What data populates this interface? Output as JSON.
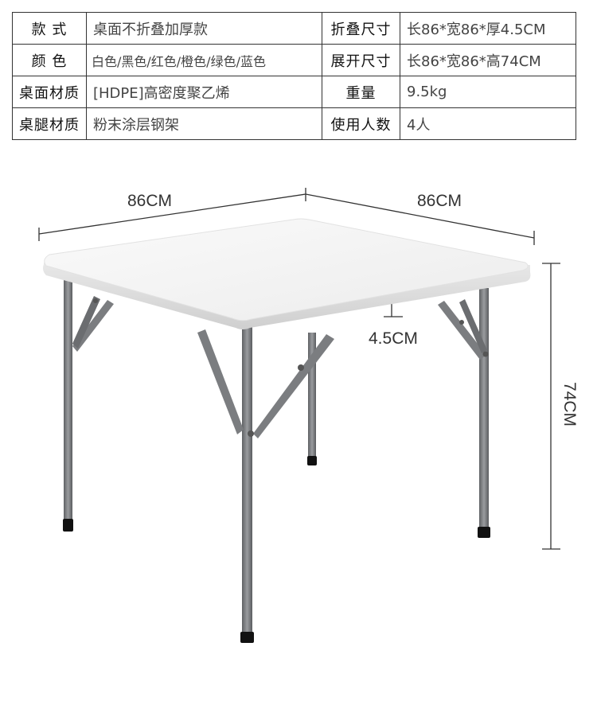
{
  "specs": {
    "rows": [
      {
        "label1": "款 式",
        "value1": "桌面不折叠加厚款",
        "label2": "折叠尺寸",
        "value2": "长86*宽86*厚4.5CM"
      },
      {
        "label1": "颜 色",
        "value1": "白色/黑色/红色/橙色/绿色/蓝色",
        "label2": "展开尺寸",
        "value2": "长86*宽86*高74CM"
      },
      {
        "label1": "桌面材质",
        "value1": "[HDPE]高密度聚乙烯",
        "label2": "重量",
        "value2": "9.5kg"
      },
      {
        "label1": "桌腿材质",
        "value1": "粉末涂层钢架",
        "label2": "使用人数",
        "value2": "4人"
      }
    ]
  },
  "dimensions": {
    "width": "86CM",
    "depth": "86CM",
    "thickness": "4.5CM",
    "height": "74CM"
  },
  "colors": {
    "table_border": "#333333",
    "tabletop": "#f4f4f4",
    "legs": "#7b7d80",
    "feet": "#111111",
    "dimension_lines": "#333333"
  }
}
